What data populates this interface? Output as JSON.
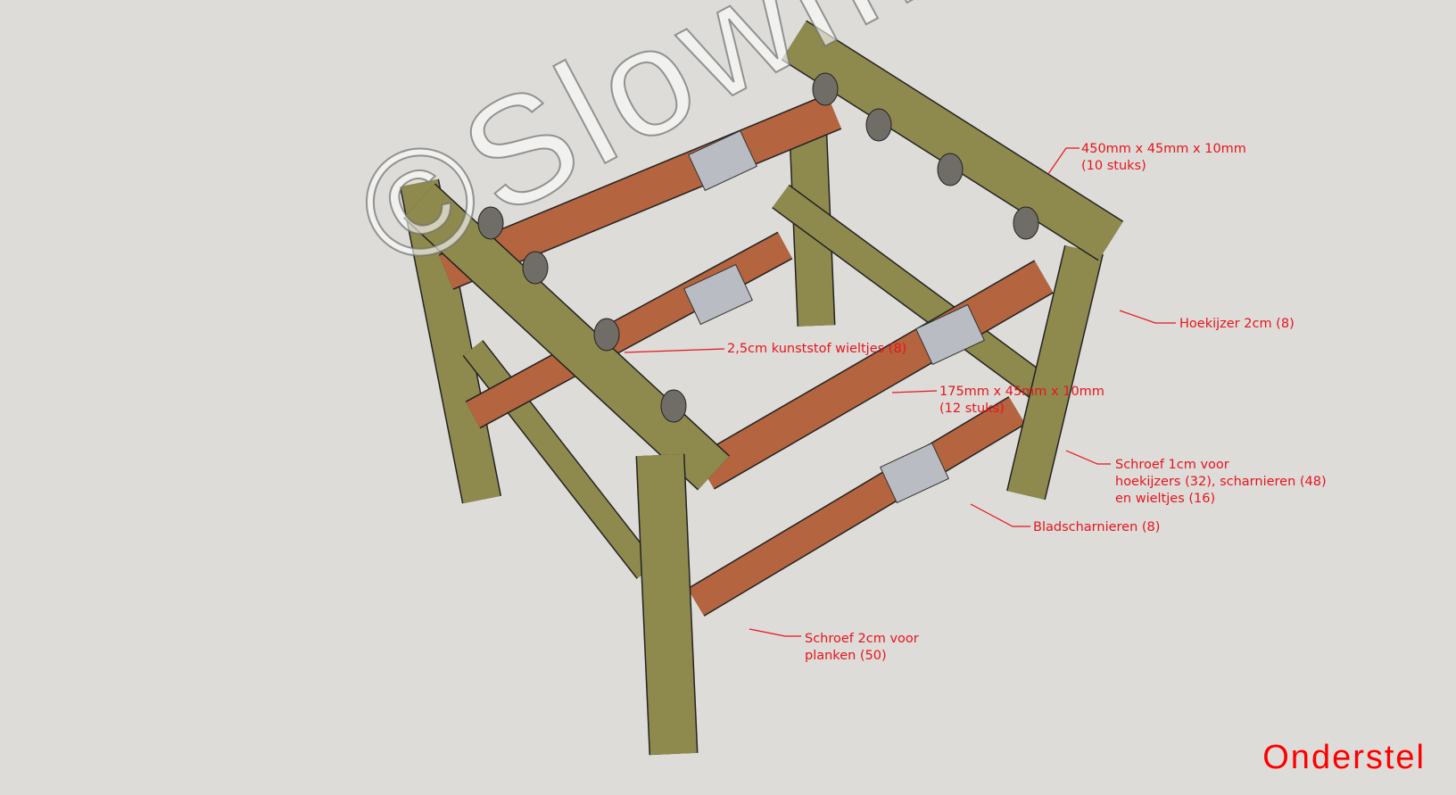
{
  "title": "Onderstel",
  "watermark": "©Slowmick",
  "labels": {
    "long_board": [
      "450mm x 45mm x 10mm",
      "(10 stuks)"
    ],
    "corner_iron": "Hoekijzer 2cm (8)",
    "wheels": "2,5cm kunststof wieltjes (8)",
    "short_board": [
      "175mm x 45mm x 10mm",
      "(12 stuks)"
    ],
    "screw_1cm": [
      "Schroef 1cm voor",
      "hoekijzers (32), scharnieren (48)",
      "en wieltjes (16)"
    ],
    "hinges": "Bladscharnieren (8)",
    "screw_2cm": [
      "Schroef 2cm voor",
      "planken (50)"
    ]
  },
  "colors": {
    "wood_green": "#8e8a4e",
    "wood_red": "#b4643f",
    "label": "#e8141c",
    "background": "#dddcd8"
  }
}
